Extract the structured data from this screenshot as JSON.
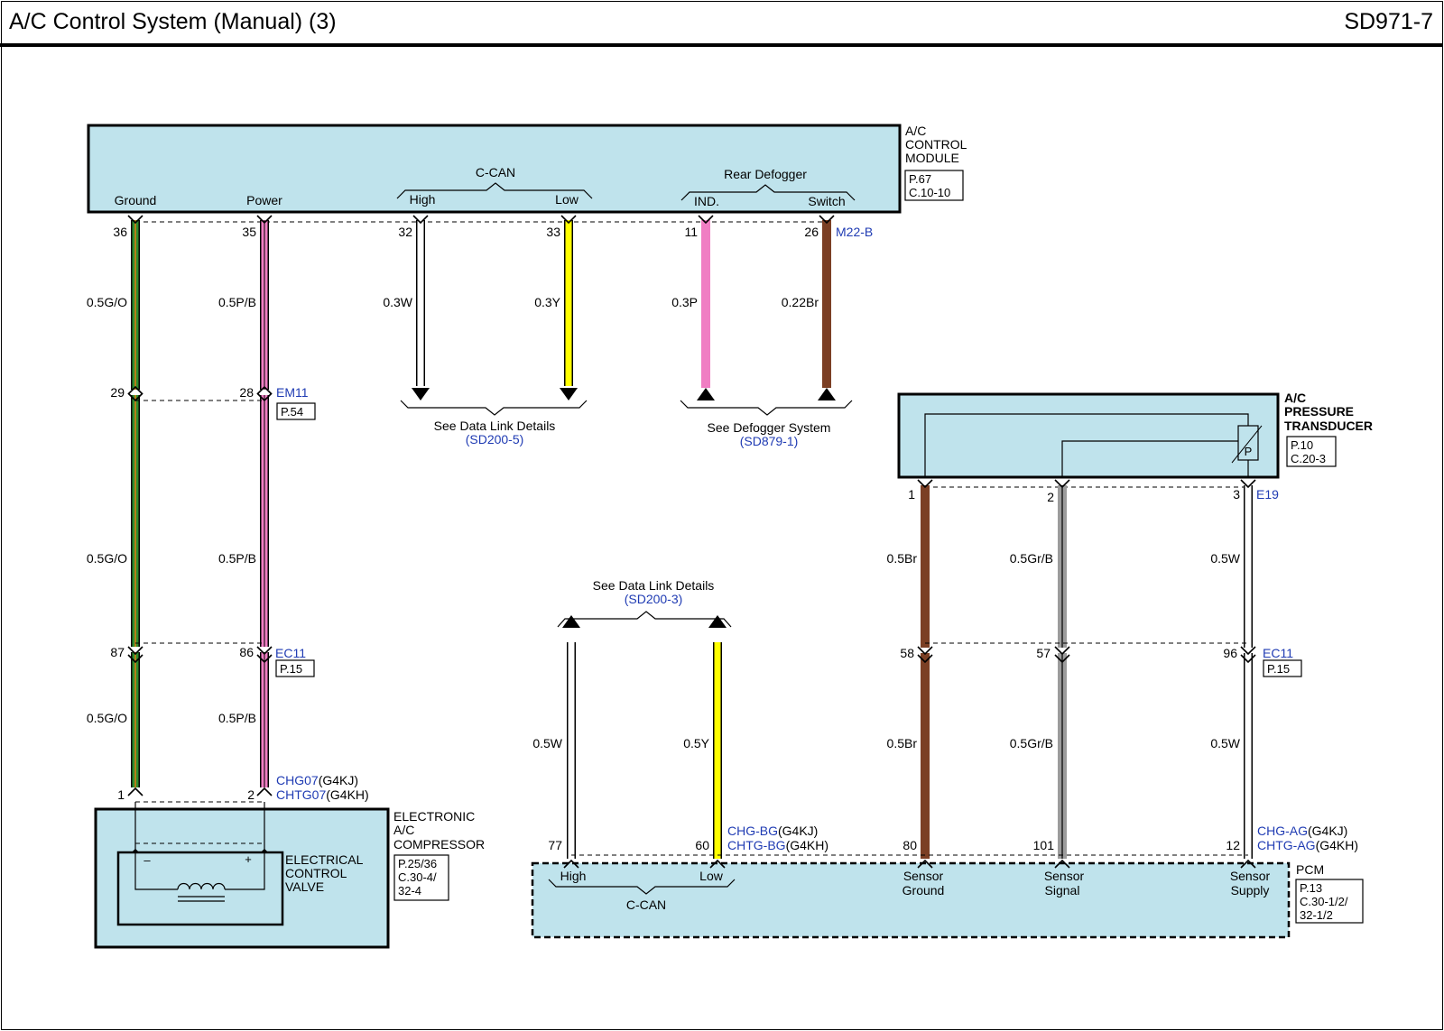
{
  "header": {
    "title": "A/C Control System (Manual) (3)",
    "code": "SD971-7"
  },
  "colors": {
    "module_fill": "#bfe3ec",
    "link_blue": "#1f3bb3",
    "wire_green": "#2e8b2e",
    "wire_orange_stripe": "#e07a10",
    "wire_pink": "#f07ec3",
    "wire_yellow": "#ffff00",
    "wire_brown": "#7b3f24",
    "wire_gray": "#9c9c9c",
    "wire_white": "#ffffff"
  },
  "ac_module": {
    "name_lines": [
      "A/C",
      "CONTROL",
      "MODULE"
    ],
    "ref_lines": [
      "P.67",
      "C.10-10"
    ],
    "labels": {
      "ground": "Ground",
      "power": "Power",
      "ccan": "C-CAN",
      "high": "High",
      "low": "Low",
      "rear_defogger": "Rear Defogger",
      "ind": "IND.",
      "switch": "Switch"
    },
    "connector": "M22-B",
    "pins": [
      "36",
      "35",
      "32",
      "33",
      "11",
      "26"
    ]
  },
  "wires_top": {
    "ground": "0.5G/O",
    "power": "0.5P/B",
    "high": "0.3W",
    "low": "0.3Y",
    "ind": "0.3P",
    "switch": "0.22Br"
  },
  "em11": {
    "pins": [
      "29",
      "28"
    ],
    "connector": "EM11",
    "ref": "P.54"
  },
  "wires_mid": {
    "ground": "0.5G/O",
    "power": "0.5P/B"
  },
  "ec11_left": {
    "pins": [
      "87",
      "86"
    ],
    "connector": "EC11",
    "ref": "P.15"
  },
  "wires_low": {
    "ground": "0.5G/O",
    "power": "0.5P/B"
  },
  "compressor": {
    "pins": [
      "1",
      "2"
    ],
    "conn1_code": "CHG07",
    "conn1_var": "(G4KJ)",
    "conn2_code": "CHTG07",
    "conn2_var": "(G4KH)",
    "name_lines": [
      "ELECTRONIC",
      "A/C",
      "COMPRESSOR"
    ],
    "ref_lines": [
      "P.25/36",
      "C.30-4/",
      "32-4"
    ],
    "valve_lines": [
      "ELECTRICAL",
      "CONTROL",
      "VALVE"
    ],
    "minus": "–",
    "plus": "+"
  },
  "data_link_top": {
    "text": "See Data Link Details",
    "ref": "(SD200-5)"
  },
  "defogger_ref": {
    "text": "See Defogger System",
    "ref": "(SD879-1)"
  },
  "data_link_bottom": {
    "text": "See Data Link Details",
    "ref": "(SD200-3)"
  },
  "pressure_transducer": {
    "name_lines": [
      "A/C",
      "PRESSURE",
      "TRANSDUCER"
    ],
    "ref_lines": [
      "P.10",
      "C.20-3"
    ],
    "pins": [
      "1",
      "2",
      "3"
    ],
    "connector": "E19",
    "sensor_symbol": "P"
  },
  "wires_pt": {
    "ground": "0.5Br",
    "signal": "0.5Gr/B",
    "supply": "0.5W"
  },
  "ec11_right": {
    "pins": [
      "58",
      "57",
      "96"
    ],
    "connector": "EC11",
    "ref": "P.15"
  },
  "wires_pt_low": {
    "ground": "0.5Br",
    "signal": "0.5Gr/B",
    "supply": "0.5W"
  },
  "ccan_bottom_wires": {
    "high": "0.5W",
    "low": "0.5Y"
  },
  "pcm": {
    "pins": [
      "77",
      "60",
      "80",
      "101",
      "12"
    ],
    "conn_bg_code": "CHG-BG",
    "conn_bg_var": "(G4KJ)",
    "conn_tbg_code": "CHTG-BG",
    "conn_tbg_var": "(G4KH)",
    "conn_ag_code": "CHG-AG",
    "conn_ag_var": "(G4KJ)",
    "conn_tag_code": "CHTG-AG",
    "conn_tag_var": "(G4KH)",
    "labels": {
      "high": "High",
      "low": "Low",
      "ccan": "C-CAN",
      "sensor_ground": [
        "Sensor",
        "Ground"
      ],
      "sensor_signal": [
        "Sensor",
        "Signal"
      ],
      "sensor_supply": [
        "Sensor",
        "Supply"
      ]
    },
    "name": "PCM",
    "ref_lines": [
      "P.13",
      "C.30-1/2/",
      "32-1/2"
    ]
  }
}
